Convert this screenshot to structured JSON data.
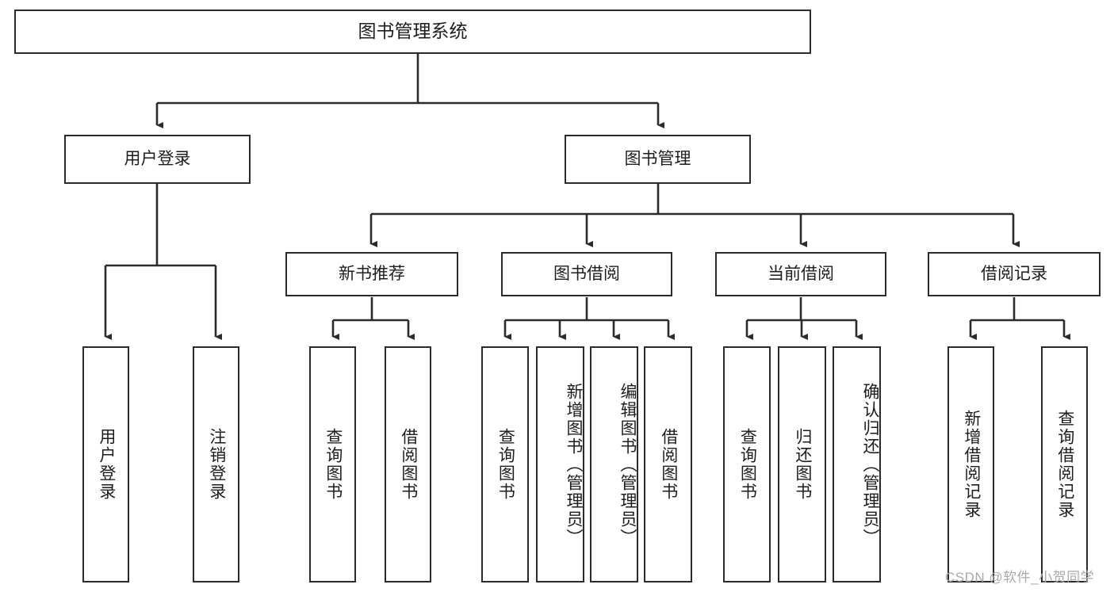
{
  "diagram": {
    "title": "图书管理系统",
    "root": {
      "label": "图书管理系统"
    },
    "level2": [
      {
        "label": "用户登录"
      },
      {
        "label": "图书管理"
      }
    ],
    "level3": [
      {
        "label": "新书推荐"
      },
      {
        "label": "图书借阅"
      },
      {
        "label": "当前借阅"
      },
      {
        "label": "借阅记录"
      }
    ],
    "leaves": {
      "user_login": [
        {
          "label": "用户登录"
        },
        {
          "label": "注销登录"
        }
      ],
      "new_book_recommend": [
        {
          "label": "查询图书"
        },
        {
          "label": "借阅图书"
        }
      ],
      "book_borrow": [
        {
          "label": "查询图书"
        },
        {
          "label": "新增图书（管理员）"
        },
        {
          "label": "编辑图书（管理员）"
        },
        {
          "label": "借阅图书"
        }
      ],
      "current_borrow": [
        {
          "label": "查询图书"
        },
        {
          "label": "归还图书"
        },
        {
          "label": "确认归还（管理员）"
        }
      ],
      "borrow_records": [
        {
          "label": "新增借阅记录"
        },
        {
          "label": "查询借阅记录"
        }
      ]
    }
  },
  "watermark": {
    "text": "CSDN @软件_小贺同学"
  },
  "colors": {
    "stroke": "#2b2b2b",
    "background": "#ffffff",
    "text": "#1d1d1d",
    "watermark": "#a9a9a9"
  }
}
